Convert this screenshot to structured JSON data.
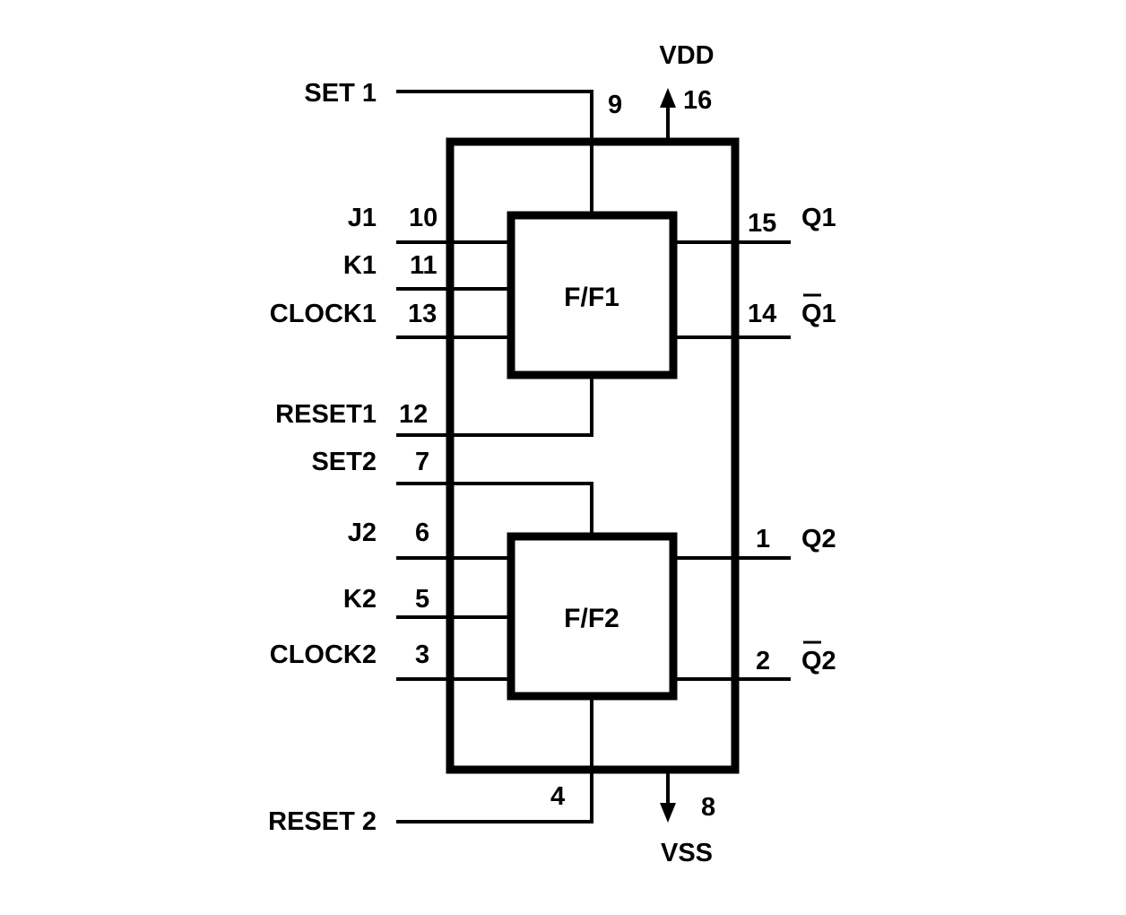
{
  "power": {
    "vdd_label": "VDD",
    "vdd_pin": "16",
    "vss_label": "VSS",
    "vss_pin": "8"
  },
  "blocks": {
    "ff1": "F/F1",
    "ff2": "F/F2"
  },
  "ff1_pins": {
    "set": {
      "label": "SET 1",
      "pin": "9"
    },
    "j": {
      "label": "J1",
      "pin": "10"
    },
    "k": {
      "label": "K1",
      "pin": "11"
    },
    "clock": {
      "label": "CLOCK1",
      "pin": "13"
    },
    "reset": {
      "label": "RESET1",
      "pin": "12"
    },
    "q": {
      "label": "Q1",
      "pin": "15"
    },
    "qbar": {
      "label": "Q1",
      "pin": "14"
    }
  },
  "ff2_pins": {
    "set": {
      "label": "SET2",
      "pin": "7"
    },
    "j": {
      "label": "J2",
      "pin": "6"
    },
    "k": {
      "label": "K2",
      "pin": "5"
    },
    "clock": {
      "label": "CLOCK2",
      "pin": "3"
    },
    "reset": {
      "label": "RESET 2",
      "pin": "4"
    },
    "q": {
      "label": "Q2",
      "pin": "1"
    },
    "qbar": {
      "label": "Q2",
      "pin": "2"
    }
  }
}
